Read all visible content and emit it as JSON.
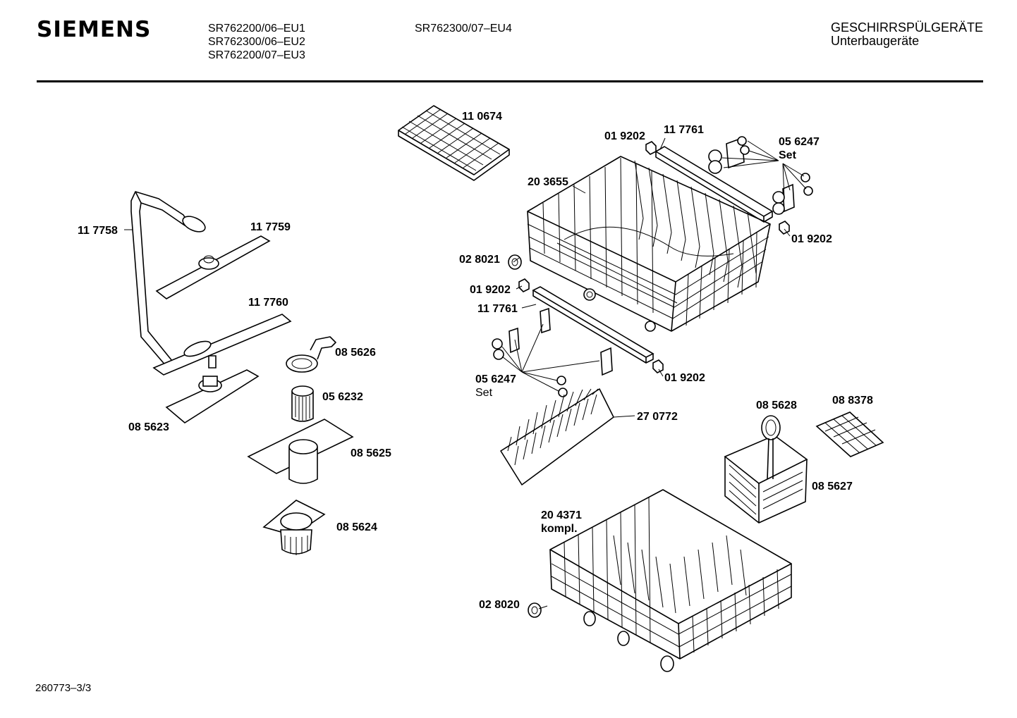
{
  "header": {
    "brand": "SIEMENS",
    "models_col1": [
      "SR762200/06–EU1",
      "SR762300/06–EU2",
      "SR762200/07–EU3"
    ],
    "models_col2": [
      "SR762300/07–EU4"
    ],
    "category_line1": "GESCHIRRSPÜLGERÄTE",
    "category_line2": "Unterbaugeräte"
  },
  "footer": {
    "drawing_number": "260773–3/3"
  },
  "parts": [
    {
      "id": "p110674",
      "label": "11 0674"
    },
    {
      "id": "p019202a",
      "label": "01 9202"
    },
    {
      "id": "p117761a",
      "label": "11 7761"
    },
    {
      "id": "p056247a",
      "label": "05 6247"
    },
    {
      "id": "p056247a_set",
      "label": "Set"
    },
    {
      "id": "p203655",
      "label": "20 3655"
    },
    {
      "id": "p019202b",
      "label": "01 9202"
    },
    {
      "id": "p117758",
      "label": "11 7758"
    },
    {
      "id": "p117759",
      "label": "11 7759"
    },
    {
      "id": "p028021",
      "label": "02 8021"
    },
    {
      "id": "p019202c",
      "label": "01 9202"
    },
    {
      "id": "p117761b",
      "label": "11 7761"
    },
    {
      "id": "p117760",
      "label": "11 7760"
    },
    {
      "id": "p085626",
      "label": "08 5626"
    },
    {
      "id": "p019202d",
      "label": "01 9202"
    },
    {
      "id": "p056247b",
      "label": "05 6247"
    },
    {
      "id": "p056247b_set",
      "label": "Set"
    },
    {
      "id": "p056232",
      "label": "05 6232"
    },
    {
      "id": "p085628",
      "label": "08 5628"
    },
    {
      "id": "p088378",
      "label": "08 8378"
    },
    {
      "id": "p270772",
      "label": "27 0772"
    },
    {
      "id": "p085623",
      "label": "08 5623"
    },
    {
      "id": "p085625",
      "label": "08 5625"
    },
    {
      "id": "p085627",
      "label": "08 5627"
    },
    {
      "id": "p204371",
      "label": "20 4371"
    },
    {
      "id": "p204371_kompl",
      "label": "kompl."
    },
    {
      "id": "p085624",
      "label": "08 5624"
    },
    {
      "id": "p028020",
      "label": "02 8020"
    }
  ]
}
